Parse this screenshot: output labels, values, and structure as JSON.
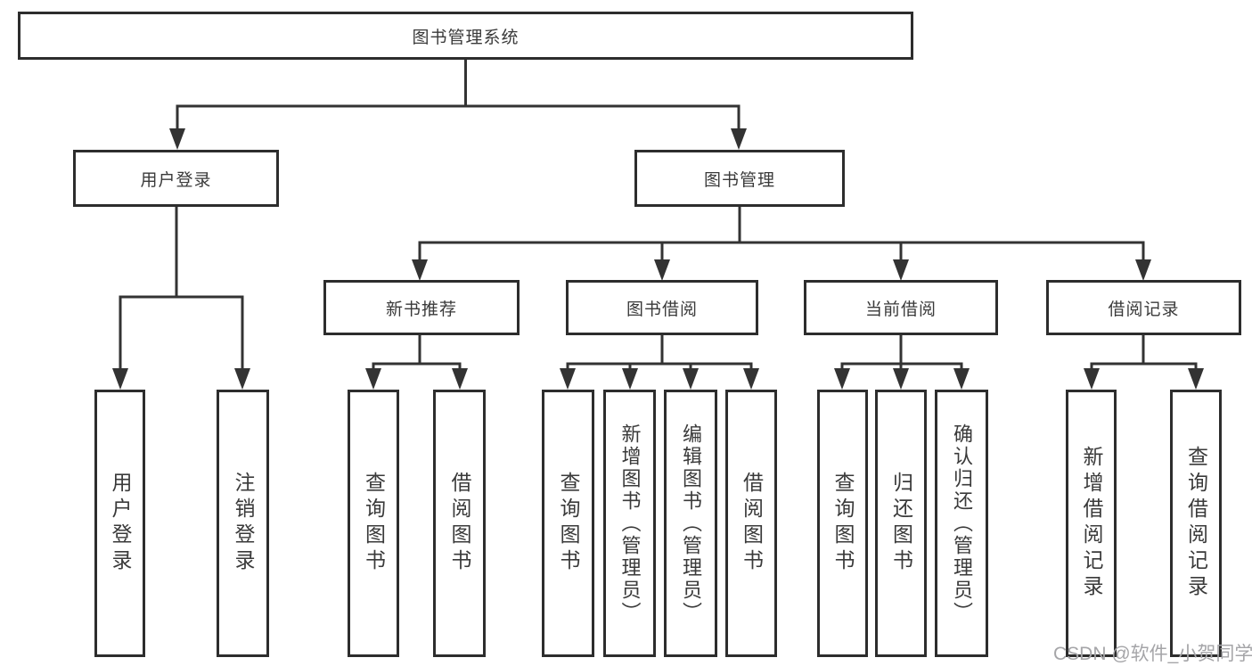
{
  "diagram_title": "图书管理系统",
  "tree": {
    "root": {
      "label": "图书管理系统"
    },
    "branches": [
      {
        "label": "用户登录",
        "children": [
          {
            "label": "用户登录"
          },
          {
            "label": "注销登录"
          }
        ]
      },
      {
        "label": "图书管理",
        "children": [
          {
            "label": "新书推荐",
            "children": [
              {
                "label": "查询图书"
              },
              {
                "label": "借阅图书"
              }
            ]
          },
          {
            "label": "图书借阅",
            "children": [
              {
                "label": "查询图书"
              },
              {
                "label": "新增图书（管理员）"
              },
              {
                "label": "编辑图书（管理员）"
              },
              {
                "label": "借阅图书"
              }
            ]
          },
          {
            "label": "当前借阅",
            "children": [
              {
                "label": "查询图书"
              },
              {
                "label": "归还图书"
              },
              {
                "label": "确认归还（管理员）"
              }
            ]
          },
          {
            "label": "借阅记录",
            "children": [
              {
                "label": "新增借阅记录"
              },
              {
                "label": "查询借阅记录"
              }
            ]
          }
        ]
      }
    ]
  },
  "watermark": "CSDN @软件_小贺同学",
  "colors": {
    "line": "#333333",
    "box_border": "#2d2d2d",
    "box_fill": "#ffffff",
    "text": "#3a3a3a",
    "watermark": "#a5a5a8"
  }
}
